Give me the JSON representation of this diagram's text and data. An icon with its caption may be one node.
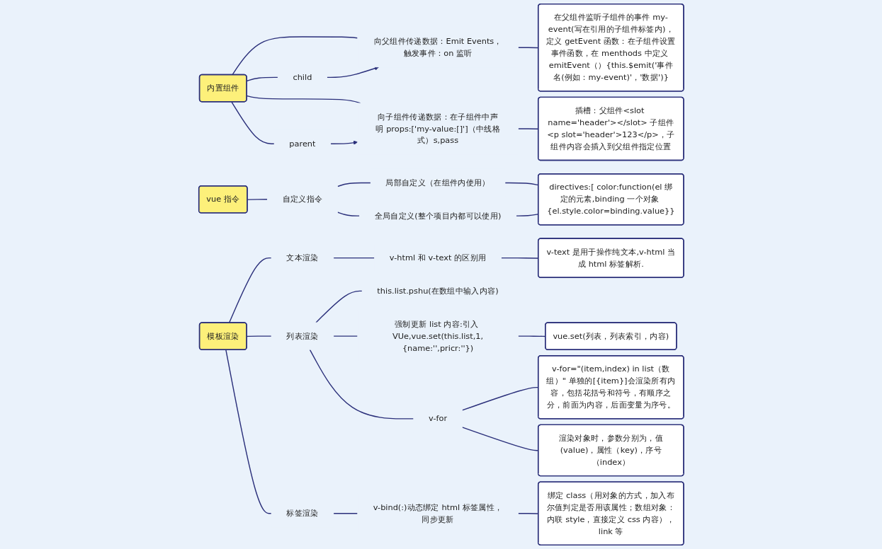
{
  "diagram": {
    "nodes": [
      {
        "text": [
          "内置组件"
        ]
      },
      {
        "text": [
          "向父组件传递数据：Emit Events，触发事件：on 监听"
        ]
      },
      {
        "text": [
          "child"
        ]
      },
      {
        "text": [
          "parent"
        ]
      },
      {
        "text": [
          "向子组件传递数据：在子组件中声明 props:['my-value:[]']（中线格式）s,pass"
        ]
      },
      {
        "text": [
          "在父组件监听子组件的事件 my-event(写在引用的子组件标签内)，定义 getEvent 函数：在子组件设置事件函数，在 menthods 中定义 emitEvent（）{this.$emit('事件名(例如：my-event)'，'数据')}"
        ]
      },
      {
        "text": [
          "插槽：父组件<slot name='header'></slot> 子组件<p slot='header'>123</p>，子组件内容会插入到父组件指定位置"
        ]
      },
      {
        "text": [
          "vue 指令"
        ]
      },
      {
        "text": [
          "自定义指令"
        ]
      },
      {
        "text": [
          "局部自定义（在组件内使用）"
        ]
      },
      {
        "text": [
          "全局自定义(整个项目内都可以使用)"
        ]
      },
      {
        "text": [
          "directives:[ color:function(el 绑定的元素,binding 一个对象 {el.style.color=binding.value}}"
        ]
      },
      {
        "text": [
          "模板渲染"
        ]
      },
      {
        "text": [
          "文本渲染"
        ]
      },
      {
        "text": [
          "v-html 和 v-text 的区别用"
        ]
      },
      {
        "text": [
          "v-text 是用于操作纯文本,v-html 当成 html 标签解析."
        ]
      },
      {
        "text": [
          "列表渲染"
        ]
      },
      {
        "text": [
          "this.list.pshu(在数组中输入内容)"
        ]
      },
      {
        "text": [
          "强制更新 list 内容:引入 VUe,vue.set(this.list,1,{name:'',pricr:''})"
        ]
      },
      {
        "text": [
          "vue.set(列表，列表索引，内容)"
        ]
      },
      {
        "text": [
          "v-for"
        ]
      },
      {
        "text": [
          "v-for=\"(item,index) in list（数组）\" 单独的[{item}]会渲染所有内容，包括花括号和符号，有顺序之分，前面为内容，后面变量为序号。"
        ]
      },
      {
        "text": [
          "渲染对象时，参数分别为，值(value)，属性（key)，序号（index）"
        ]
      },
      {
        "text": [
          "标签渲染"
        ]
      },
      {
        "text": [
          "v-bind(:)动态绑定 html 标签属性，同步更新"
        ]
      },
      {
        "text": [
          "绑定 class（用对象的方式，加入布尔值判定是否用该属性；数组对象：内联 style，直接定义 css 内容），link 等"
        ]
      }
    ],
    "edges": [
      {
        "from": 0,
        "to": 1,
        "arrow": "none"
      },
      {
        "from": 0,
        "to": 2,
        "arrow": "none"
      },
      {
        "from": 0,
        "to": 3,
        "arrow": "none"
      },
      {
        "from": 0,
        "to": 4,
        "arrow": "none"
      },
      {
        "from": 2,
        "to": 1,
        "arrow": "to"
      },
      {
        "from": 3,
        "to": 4,
        "arrow": "to"
      },
      {
        "from": 1,
        "to": 5,
        "arrow": "none"
      },
      {
        "from": 4,
        "to": 6,
        "arrow": "none"
      },
      {
        "from": 7,
        "to": 8,
        "arrow": "none"
      },
      {
        "from": 8,
        "to": 9,
        "arrow": "none"
      },
      {
        "from": 8,
        "to": 10,
        "arrow": "none"
      },
      {
        "from": 9,
        "to": 11,
        "arrow": "none"
      },
      {
        "from": 10,
        "to": 11,
        "arrow": "none"
      },
      {
        "from": 12,
        "to": 13,
        "arrow": "none"
      },
      {
        "from": 13,
        "to": 14,
        "arrow": "none"
      },
      {
        "from": 14,
        "to": 15,
        "arrow": "none"
      },
      {
        "from": 12,
        "to": 16,
        "arrow": "none"
      },
      {
        "from": 16,
        "to": 17,
        "arrow": "none"
      },
      {
        "from": 16,
        "to": 18,
        "arrow": "none"
      },
      {
        "from": 18,
        "to": 19,
        "arrow": "none"
      },
      {
        "from": 16,
        "to": 20,
        "arrow": "none"
      },
      {
        "from": 20,
        "to": 21,
        "arrow": "none"
      },
      {
        "from": 20,
        "to": 22,
        "arrow": "none"
      },
      {
        "from": 12,
        "to": 23,
        "arrow": "none"
      },
      {
        "from": 23,
        "to": 24,
        "arrow": "none"
      },
      {
        "from": 24,
        "to": 25,
        "arrow": "none"
      }
    ]
  }
}
